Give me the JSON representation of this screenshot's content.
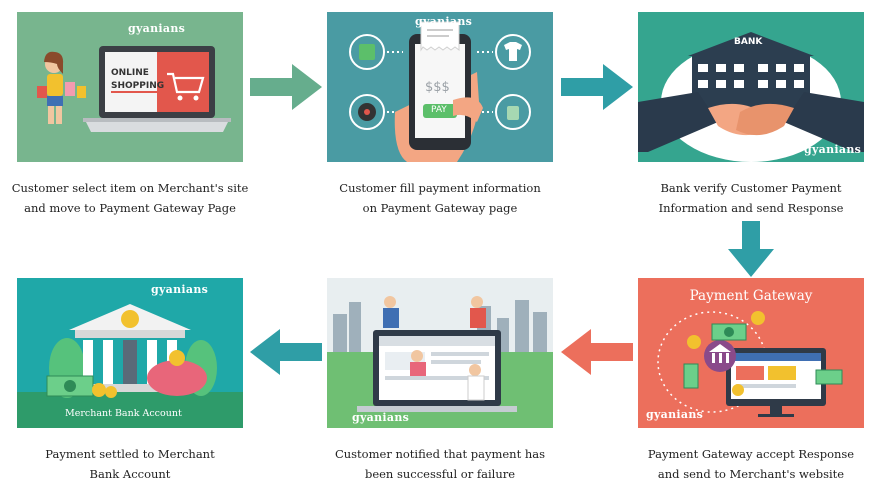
{
  "brand": "gyanians",
  "colors": {
    "panel1": "#78b58e",
    "panel2": "#4a9ba3",
    "panel3": "#35a58f",
    "panel4": "#ec6f5c",
    "panel5": "#e8eef0",
    "panel6": "#1fa8a8",
    "arrow_green": "#66ad8d",
    "arrow_teal": "#2f9ea6",
    "arrow_red": "#ec6f5c"
  },
  "steps": [
    {
      "line1": "Customer select item on Merchant's site",
      "line2": "and move to Payment Gateway Page"
    },
    {
      "line1": "Customer fill payment information",
      "line2": "on Payment Gateway page"
    },
    {
      "line1": "Bank verify Customer Payment",
      "line2": "Information and send Response"
    },
    {
      "line1": "Payment Gateway accept Response",
      "line2": "and send to Merchant's website"
    },
    {
      "line1": "Customer notified that payment has",
      "line2": "been successful or failure"
    },
    {
      "line1": "Payment settled to Merchant",
      "line2": "Bank Account"
    }
  ],
  "illustrations": {
    "laptop_line1": "ONLINE",
    "laptop_line2": "SHOPPING",
    "phone_amount": "$$$",
    "phone_button": "PAY",
    "bank_sign": "BANK",
    "gateway_title": "Payment Gateway",
    "dollar": "$",
    "merchant_label": "Merchant Bank Account"
  }
}
